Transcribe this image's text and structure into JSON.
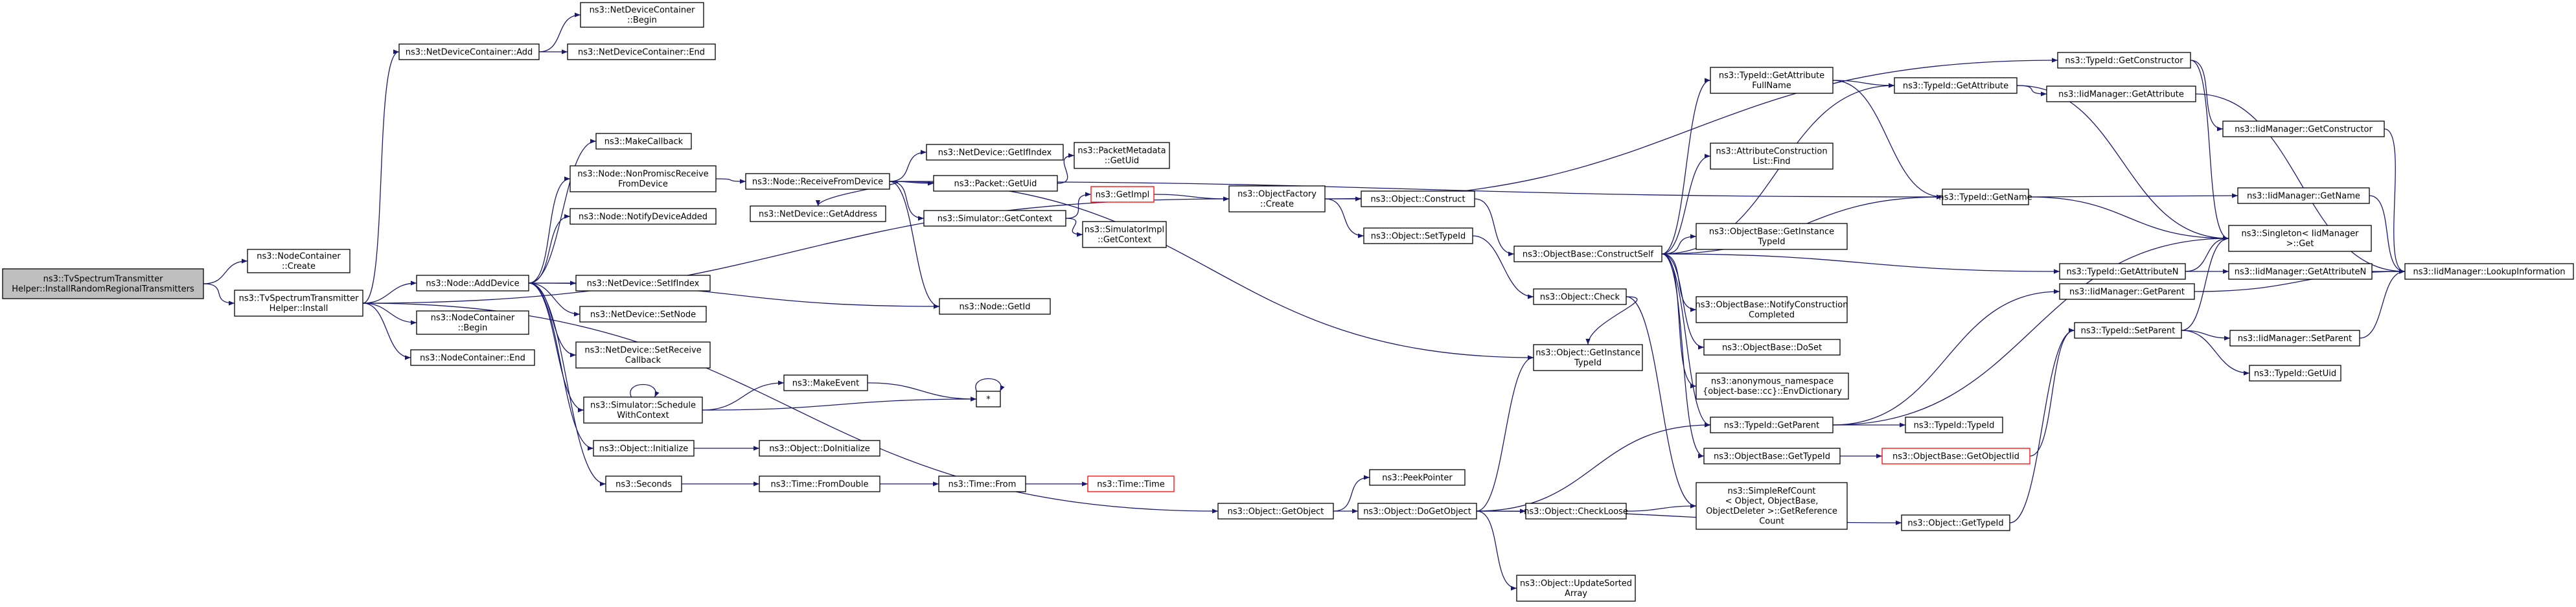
{
  "colors": {
    "edge": "#191970",
    "node_fill": "#ffffff",
    "node_border": "#000000",
    "root_fill": "#bfbfbf",
    "highlight_border": "#ff0000"
  },
  "nodes": [
    {
      "id": "root",
      "lines": [
        "ns3::TvSpectrumTransmitter",
        "Helper::InstallRandomRegionalTransmitters"
      ],
      "style": "root"
    },
    {
      "id": "ncCreate",
      "lines": [
        "ns3::NodeContainer",
        "::Create"
      ]
    },
    {
      "id": "tvInstall",
      "lines": [
        "ns3::TvSpectrumTransmitter",
        "Helper::Install"
      ]
    },
    {
      "id": "ndcAdd",
      "lines": [
        "ns3::NetDeviceContainer::Add"
      ]
    },
    {
      "id": "ndcBegin",
      "lines": [
        "ns3::NetDeviceContainer",
        "::Begin"
      ]
    },
    {
      "id": "ndcEnd",
      "lines": [
        "ns3::NetDeviceContainer::End"
      ]
    },
    {
      "id": "addDevice",
      "lines": [
        "ns3::Node::AddDevice"
      ]
    },
    {
      "id": "ncBegin",
      "lines": [
        "ns3::NodeContainer",
        "::Begin"
      ]
    },
    {
      "id": "ncEnd",
      "lines": [
        "ns3::NodeContainer::End"
      ]
    },
    {
      "id": "makeCallback",
      "lines": [
        "ns3::MakeCallback"
      ]
    },
    {
      "id": "nonPromisc",
      "lines": [
        "ns3::Node::NonPromiscReceive",
        "FromDevice"
      ]
    },
    {
      "id": "notifyDevAdded",
      "lines": [
        "ns3::Node::NotifyDeviceAdded"
      ]
    },
    {
      "id": "setIfIndex",
      "lines": [
        "ns3::NetDevice::SetIfIndex"
      ]
    },
    {
      "id": "setNode",
      "lines": [
        "ns3::NetDevice::SetNode"
      ]
    },
    {
      "id": "setRecvCb",
      "lines": [
        "ns3::NetDevice::SetReceive",
        "Callback"
      ]
    },
    {
      "id": "schedCtx",
      "lines": [
        "ns3::Simulator::Schedule",
        "WithContext"
      ]
    },
    {
      "id": "objInit",
      "lines": [
        "ns3::Object::Initialize"
      ]
    },
    {
      "id": "seconds",
      "lines": [
        "ns3::Seconds"
      ]
    },
    {
      "id": "recvFromDev",
      "lines": [
        "ns3::Node::ReceiveFromDevice"
      ]
    },
    {
      "id": "ndGetAddr",
      "lines": [
        "ns3::NetDevice::GetAddress"
      ]
    },
    {
      "id": "ndGetIfIdx",
      "lines": [
        "ns3::NetDevice::GetIfIndex"
      ]
    },
    {
      "id": "pktGetUid",
      "lines": [
        "ns3::Packet::GetUid"
      ]
    },
    {
      "id": "simGetCtx",
      "lines": [
        "ns3::Simulator::GetContext"
      ]
    },
    {
      "id": "nodeGetId",
      "lines": [
        "ns3::Node::GetId"
      ]
    },
    {
      "id": "pmGetUid",
      "lines": [
        "ns3::PacketMetadata",
        "::GetUid"
      ]
    },
    {
      "id": "getImpl",
      "lines": [
        "ns3::GetImpl"
      ],
      "style": "red"
    },
    {
      "id": "simImplCtx",
      "lines": [
        "ns3::SimulatorImpl",
        "::GetContext"
      ]
    },
    {
      "id": "makeEvent",
      "lines": [
        "ns3::MakeEvent"
      ]
    },
    {
      "id": "tick",
      "lines": [
        "*"
      ]
    },
    {
      "id": "doInit",
      "lines": [
        "ns3::Object::DoInitialize"
      ]
    },
    {
      "id": "fromDouble",
      "lines": [
        "ns3::Time::FromDouble"
      ]
    },
    {
      "id": "timeFrom",
      "lines": [
        "ns3::Time::From"
      ]
    },
    {
      "id": "timeTime",
      "lines": [
        "ns3::Time::Time"
      ],
      "style": "red"
    },
    {
      "id": "objGetObj",
      "lines": [
        "ns3::Object::GetObject"
      ]
    },
    {
      "id": "peekPtr",
      "lines": [
        "ns3::PeekPointer"
      ]
    },
    {
      "id": "doGetObj",
      "lines": [
        "ns3::Object::DoGetObject"
      ]
    },
    {
      "id": "updSorted",
      "lines": [
        "ns3::Object::UpdateSorted",
        "Array"
      ]
    },
    {
      "id": "checkLoose",
      "lines": [
        "ns3::Object::CheckLoose"
      ]
    },
    {
      "id": "ofCreate",
      "lines": [
        "ns3::ObjectFactory",
        "::Create"
      ]
    },
    {
      "id": "objConstruct",
      "lines": [
        "ns3::Object::Construct"
      ]
    },
    {
      "id": "objSetTid",
      "lines": [
        "ns3::Object::SetTypeId"
      ]
    },
    {
      "id": "objCheck",
      "lines": [
        "ns3::Object::Check"
      ]
    },
    {
      "id": "objGetInstTid",
      "lines": [
        "ns3::Object::GetInstance",
        "TypeId"
      ]
    },
    {
      "id": "constructSelf",
      "lines": [
        "ns3::ObjectBase::ConstructSelf"
      ]
    },
    {
      "id": "tidGetAttrFull",
      "lines": [
        "ns3::TypeId::GetAttribute",
        "FullName"
      ]
    },
    {
      "id": "attrConstrFind",
      "lines": [
        "ns3::AttributeConstruction",
        "List::Find"
      ]
    },
    {
      "id": "obGetInstTid",
      "lines": [
        "ns3::ObjectBase::GetInstance",
        "TypeId"
      ]
    },
    {
      "id": "notifyConstr",
      "lines": [
        "ns3::ObjectBase::NotifyConstruction",
        "Completed"
      ]
    },
    {
      "id": "doSet",
      "lines": [
        "ns3::ObjectBase::DoSet"
      ]
    },
    {
      "id": "envDict",
      "lines": [
        "ns3::anonymous_namespace",
        "{object-base::cc}::EnvDictionary"
      ]
    },
    {
      "id": "tidGetParent",
      "lines": [
        "ns3::TypeId::GetParent"
      ]
    },
    {
      "id": "obGetTid",
      "lines": [
        "ns3::ObjectBase::GetTypeId"
      ]
    },
    {
      "id": "srcGetRef",
      "lines": [
        "ns3::SimpleRefCount",
        "< Object, ObjectBase,",
        "ObjectDeleter >::GetReference",
        "Count"
      ]
    },
    {
      "id": "tidGetAttr",
      "lines": [
        "ns3::TypeId::GetAttribute"
      ]
    },
    {
      "id": "tidGetName",
      "lines": [
        "ns3::TypeId::GetName"
      ]
    },
    {
      "id": "tidGetConstr",
      "lines": [
        "ns3::TypeId::GetConstructor"
      ]
    },
    {
      "id": "tidGetAttrN",
      "lines": [
        "ns3::TypeId::GetAttributeN"
      ]
    },
    {
      "id": "tidTypeId",
      "lines": [
        "ns3::TypeId::TypeId"
      ]
    },
    {
      "id": "obGetObjTid",
      "lines": [
        "ns3::ObjectBase::GetObjectIid"
      ],
      "style": "red"
    },
    {
      "id": "objGetTid",
      "lines": [
        "ns3::Object::GetTypeId"
      ]
    },
    {
      "id": "iidGetAttr",
      "lines": [
        "ns3::IidManager::GetAttribute"
      ]
    },
    {
      "id": "iidGetConstr",
      "lines": [
        "ns3::IidManager::GetConstructor"
      ]
    },
    {
      "id": "iidGetParent",
      "lines": [
        "ns3::IidManager::GetParent"
      ]
    },
    {
      "id": "tidSetParent",
      "lines": [
        "ns3::TypeId::SetParent"
      ]
    },
    {
      "id": "singletonGet",
      "lines": [
        "ns3::Singleton< IidManager",
        ">::Get"
      ]
    },
    {
      "id": "iidGetName",
      "lines": [
        "ns3::IidManager::GetName"
      ]
    },
    {
      "id": "iidGetAttrN",
      "lines": [
        "ns3::IidManager::GetAttributeN"
      ]
    },
    {
      "id": "iidSetParent",
      "lines": [
        "ns3::IidManager::SetParent"
      ]
    },
    {
      "id": "tidGetUid",
      "lines": [
        "ns3::TypeId::GetUid"
      ]
    },
    {
      "id": "lookupInfo",
      "lines": [
        "ns3::IidManager::LookupInformation"
      ]
    }
  ],
  "edges": [
    [
      "root",
      "ncCreate"
    ],
    [
      "root",
      "tvInstall"
    ],
    [
      "tvInstall",
      "ndcAdd"
    ],
    [
      "tvInstall",
      "addDevice"
    ],
    [
      "tvInstall",
      "ncBegin"
    ],
    [
      "tvInstall",
      "ncEnd"
    ],
    [
      "tvInstall",
      "ofCreate"
    ],
    [
      "tvInstall",
      "objGetObj"
    ],
    [
      "ndcAdd",
      "ndcBegin"
    ],
    [
      "ndcAdd",
      "ndcEnd"
    ],
    [
      "addDevice",
      "makeCallback"
    ],
    [
      "addDevice",
      "nonPromisc"
    ],
    [
      "addDevice",
      "notifyDevAdded"
    ],
    [
      "addDevice",
      "setIfIndex"
    ],
    [
      "addDevice",
      "setNode"
    ],
    [
      "addDevice",
      "setRecvCb"
    ],
    [
      "addDevice",
      "schedCtx"
    ],
    [
      "addDevice",
      "objInit"
    ],
    [
      "addDevice",
      "seconds"
    ],
    [
      "addDevice",
      "nodeGetId"
    ],
    [
      "nonPromisc",
      "recvFromDev"
    ],
    [
      "recvFromDev",
      "ndGetIfIdx"
    ],
    [
      "recvFromDev",
      "pktGetUid"
    ],
    [
      "recvFromDev",
      "simGetCtx"
    ],
    [
      "recvFromDev",
      "nodeGetId"
    ],
    [
      "recvFromDev",
      "ndGetAddr"
    ],
    [
      "recvFromDev",
      "objGetInstTid"
    ],
    [
      "recvFromDev",
      "tidGetName"
    ],
    [
      "pktGetUid",
      "pmGetUid"
    ],
    [
      "simGetCtx",
      "getImpl"
    ],
    [
      "simGetCtx",
      "simImplCtx"
    ],
    [
      "getImpl",
      "ofCreate"
    ],
    [
      "schedCtx",
      "makeEvent"
    ],
    [
      "schedCtx",
      "tick"
    ],
    [
      "schedCtx",
      "schedCtx"
    ],
    [
      "makeEvent",
      "tick"
    ],
    [
      "tick",
      "tick"
    ],
    [
      "objInit",
      "doInit"
    ],
    [
      "seconds",
      "fromDouble"
    ],
    [
      "fromDouble",
      "timeFrom"
    ],
    [
      "timeFrom",
      "timeTime"
    ],
    [
      "objGetObj",
      "peekPtr"
    ],
    [
      "objGetObj",
      "doGetObj"
    ],
    [
      "doGetObj",
      "objGetInstTid"
    ],
    [
      "doGetObj",
      "tidGetParent"
    ],
    [
      "doGetObj",
      "checkLoose"
    ],
    [
      "doGetObj",
      "updSorted"
    ],
    [
      "doGetObj",
      "objGetTid"
    ],
    [
      "checkLoose",
      "srcGetRef"
    ],
    [
      "ofCreate",
      "objConstruct"
    ],
    [
      "ofCreate",
      "objSetTid"
    ],
    [
      "ofCreate",
      "tidGetConstr"
    ],
    [
      "objConstruct",
      "constructSelf"
    ],
    [
      "objSetTid",
      "objCheck"
    ],
    [
      "objCheck",
      "objGetInstTid"
    ],
    [
      "objCheck",
      "srcGetRef"
    ],
    [
      "constructSelf",
      "tidGetAttrFull"
    ],
    [
      "constructSelf",
      "attrConstrFind"
    ],
    [
      "constructSelf",
      "obGetInstTid"
    ],
    [
      "constructSelf",
      "notifyConstr"
    ],
    [
      "constructSelf",
      "doSet"
    ],
    [
      "constructSelf",
      "envDict"
    ],
    [
      "constructSelf",
      "tidGetParent"
    ],
    [
      "constructSelf",
      "obGetTid"
    ],
    [
      "constructSelf",
      "tidGetAttr"
    ],
    [
      "constructSelf",
      "tidGetName"
    ],
    [
      "constructSelf",
      "tidGetAttrN"
    ],
    [
      "tidGetAttrFull",
      "tidGetAttr"
    ],
    [
      "tidGetAttrFull",
      "tidGetName"
    ],
    [
      "tidGetAttr",
      "iidGetAttr"
    ],
    [
      "tidGetAttr",
      "singletonGet"
    ],
    [
      "tidGetName",
      "iidGetName"
    ],
    [
      "tidGetName",
      "singletonGet"
    ],
    [
      "tidGetConstr",
      "iidGetConstr"
    ],
    [
      "tidGetConstr",
      "singletonGet"
    ],
    [
      "tidGetAttrN",
      "iidGetAttrN"
    ],
    [
      "tidGetAttrN",
      "singletonGet"
    ],
    [
      "tidGetParent",
      "iidGetParent"
    ],
    [
      "tidGetParent",
      "singletonGet"
    ],
    [
      "tidGetParent",
      "tidTypeId"
    ],
    [
      "obGetTid",
      "obGetObjTid"
    ],
    [
      "obGetObjTid",
      "tidSetParent"
    ],
    [
      "objGetTid",
      "tidSetParent"
    ],
    [
      "tidSetParent",
      "iidSetParent"
    ],
    [
      "tidSetParent",
      "singletonGet"
    ],
    [
      "tidSetParent",
      "tidGetUid"
    ],
    [
      "iidGetAttr",
      "lookupInfo"
    ],
    [
      "iidGetConstr",
      "lookupInfo"
    ],
    [
      "iidGetName",
      "lookupInfo"
    ],
    [
      "iidGetAttrN",
      "lookupInfo"
    ],
    [
      "iidGetParent",
      "lookupInfo"
    ],
    [
      "iidSetParent",
      "lookupInfo"
    ]
  ]
}
